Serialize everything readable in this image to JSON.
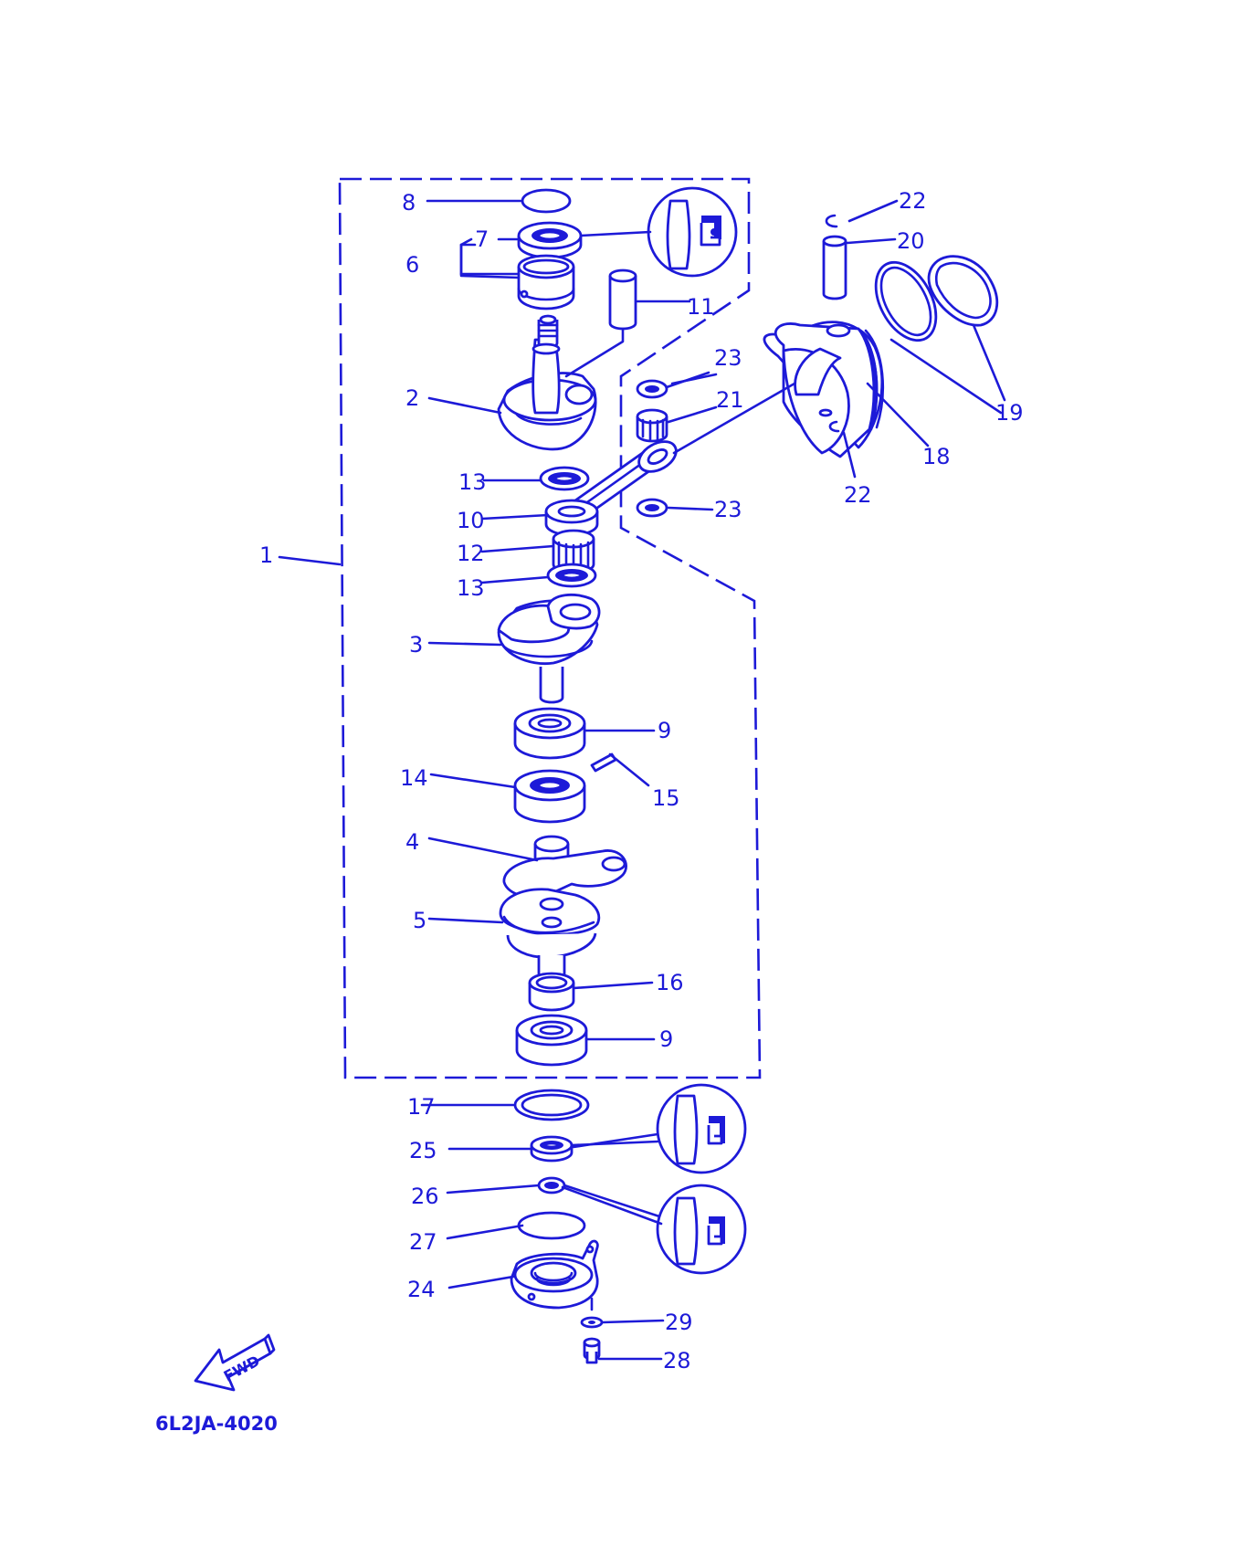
{
  "colors": {
    "ink": "#1d1ad8",
    "paper": "#ffffff"
  },
  "figure_code": "6L2JA-4020",
  "fwd_label": "FWD",
  "callouts": {
    "c1": "1",
    "c2": "2",
    "c3": "3",
    "c4": "4",
    "c5": "5",
    "c6": "6",
    "c7": "7",
    "c8": "8",
    "c9a": "9",
    "c9b": "9",
    "c10": "10",
    "c11": "11",
    "c12": "12",
    "c13a": "13",
    "c13b": "13",
    "c14": "14",
    "c15": "15",
    "c16": "16",
    "c17": "17",
    "c18": "18",
    "c19": "19",
    "c20": "20",
    "c21": "21",
    "c22a": "22",
    "c22b": "22",
    "c23a": "23",
    "c23b": "23",
    "c24": "24",
    "c25": "25",
    "c26": "26",
    "c27": "27",
    "c28": "28",
    "c29": "29"
  },
  "icons": [
    "fwd-arrow-icon",
    "seal-detail-icon"
  ]
}
